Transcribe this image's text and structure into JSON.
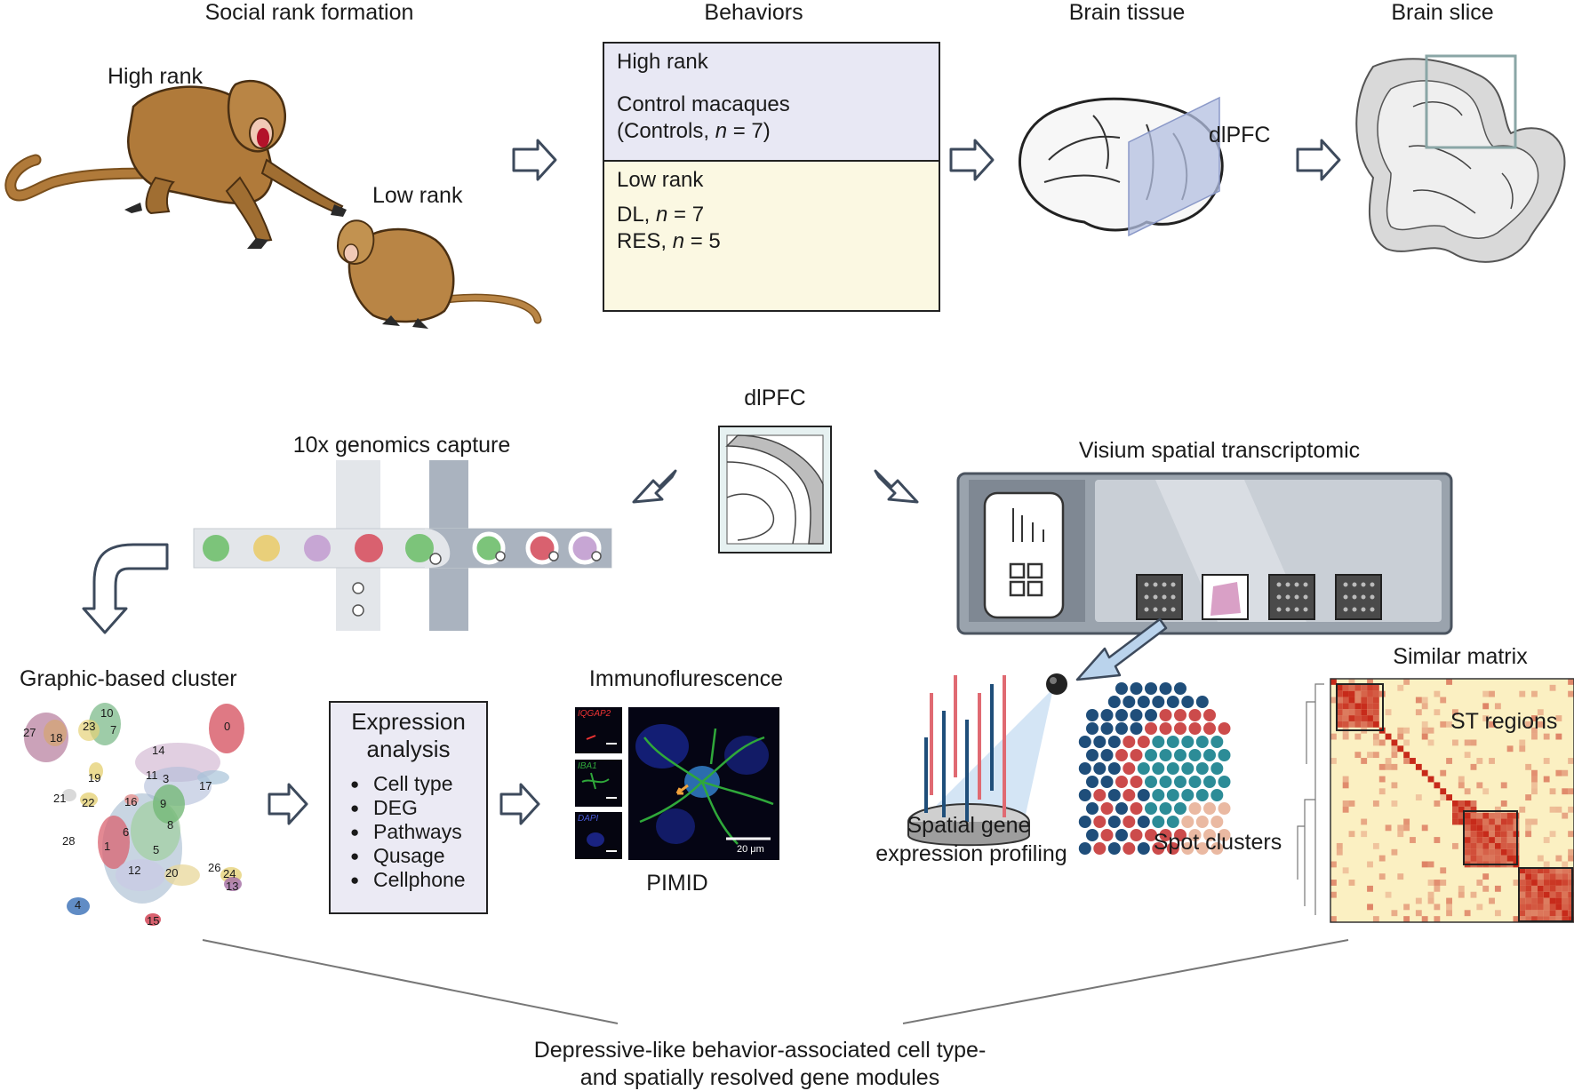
{
  "top_row": {
    "social_title": "Social rank formation",
    "high_rank": "High rank",
    "low_rank": "Low rank",
    "behaviors_title": "Behaviors",
    "behaviors_box": {
      "high_header": "High rank",
      "control_line1": "Control macaques",
      "control_line2": "(Controls, n = 7)",
      "low_header": "Low rank",
      "dl_line": "DL, n = 7",
      "res_line": "RES, n = 5"
    },
    "brain_tissue_title": "Brain tissue",
    "dlpfc_tissue_label": "dlPFC",
    "brain_slice_title": "Brain slice"
  },
  "middle_row": {
    "dlpfc_label": "dlPFC",
    "capture_title": "10x genomics capture",
    "visium_title": "Visium spatial transcriptomic"
  },
  "bottom_row": {
    "cluster_title": "Graphic-based cluster",
    "cluster_ids": [
      "0",
      "1",
      "3",
      "4",
      "5",
      "6",
      "7",
      "8",
      "9",
      "10",
      "11",
      "12",
      "13",
      "14",
      "15",
      "16",
      "17",
      "18",
      "19",
      "20",
      "21",
      "22",
      "23",
      "24",
      "26",
      "27",
      "28"
    ],
    "expression": {
      "title_line1": "Expression",
      "title_line2": "analysis",
      "items": [
        "Cell type",
        "DEG",
        "Pathways",
        "Qusage",
        "Cellphone"
      ]
    },
    "immuno_title": "Immunoflurescence",
    "immuno_channels": [
      "IQGAP2",
      "IBA1",
      "DAPI"
    ],
    "scale_bar": "20 μm",
    "immuno_caption": "PIMID",
    "spatial_profiling_line1": "Spatial gene",
    "spatial_profiling_line2": "expression profiling",
    "spot_clusters": "Spot clusters",
    "matrix_title": "Similar matrix",
    "matrix_label": "ST regions"
  },
  "conclusion": {
    "line1": "Depressive-like behavior-associated cell type-",
    "line2": "and spatially resolved gene modules"
  },
  "colors": {
    "arrow_stroke": "#3d4a5c",
    "droplet_green": "#7cc47a",
    "droplet_yellow": "#e9cf7a",
    "droplet_purple": "#c7a6d4",
    "droplet_red": "#d9616f",
    "spot_blue": "#1f4e7a",
    "spot_red": "#cc4b4b",
    "spot_teal": "#2c8c97",
    "spot_peach": "#eab9a2",
    "matrix_low": "#fbf0c2",
    "matrix_high": "#c72a1a"
  }
}
